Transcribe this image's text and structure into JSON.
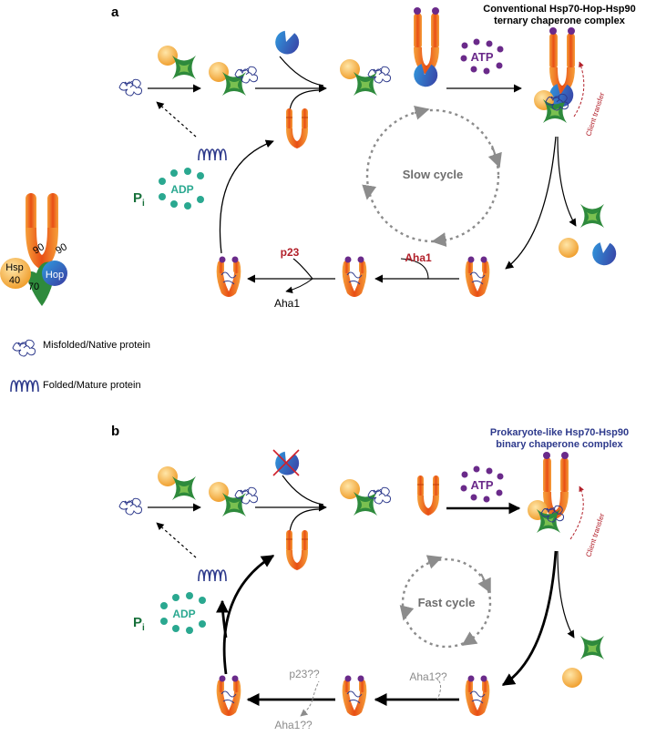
{
  "panels": {
    "a": {
      "label": "a",
      "title_line1": "Conventional Hsp70-Hop-Hsp90",
      "title_line2": "ternary chaperone complex",
      "cycle_label": "Slow cycle",
      "atp_label": "ATP",
      "adp_label": "ADP",
      "pi_label": "P",
      "pi_sub": "i",
      "p23_label": "p23",
      "aha1_out_label": "Aha1",
      "aha1_in_label": "Aha1",
      "client_transfer": "Client transfer"
    },
    "b": {
      "label": "b",
      "title_line1": "Prokaryote-like Hsp70-Hsp90",
      "title_line2": "binary chaperone complex",
      "cycle_label": "Fast cycle",
      "atp_label": "ATP",
      "adp_label": "ADP",
      "pi_label": "P",
      "pi_sub": "i",
      "p23_label": "p23??",
      "aha1_out_label": "Aha1??",
      "aha1_in_label": "Aha1??",
      "client_transfer": "Client transfer"
    }
  },
  "key": {
    "hsp40_line1": "Hsp",
    "hsp40_line2": "40",
    "hsp70": "70",
    "hop": "Hop",
    "hsp90_left": "90",
    "hsp90_right": "90"
  },
  "legend": {
    "misfolded": "Misfolded/Native protein",
    "folded": "Folded/Mature protein"
  },
  "colors": {
    "hsp40": "#f7b045",
    "hsp70": "#2e8a3c",
    "hop": "#2e86c8",
    "hsp90": "#ec6a1e",
    "nucleotide": "#6a2a8a",
    "adp_dot": "#2aa890",
    "protein": "#2e3a8c",
    "dashed_cycle": "#8c8c8c",
    "accent_red": "#b2202a"
  }
}
